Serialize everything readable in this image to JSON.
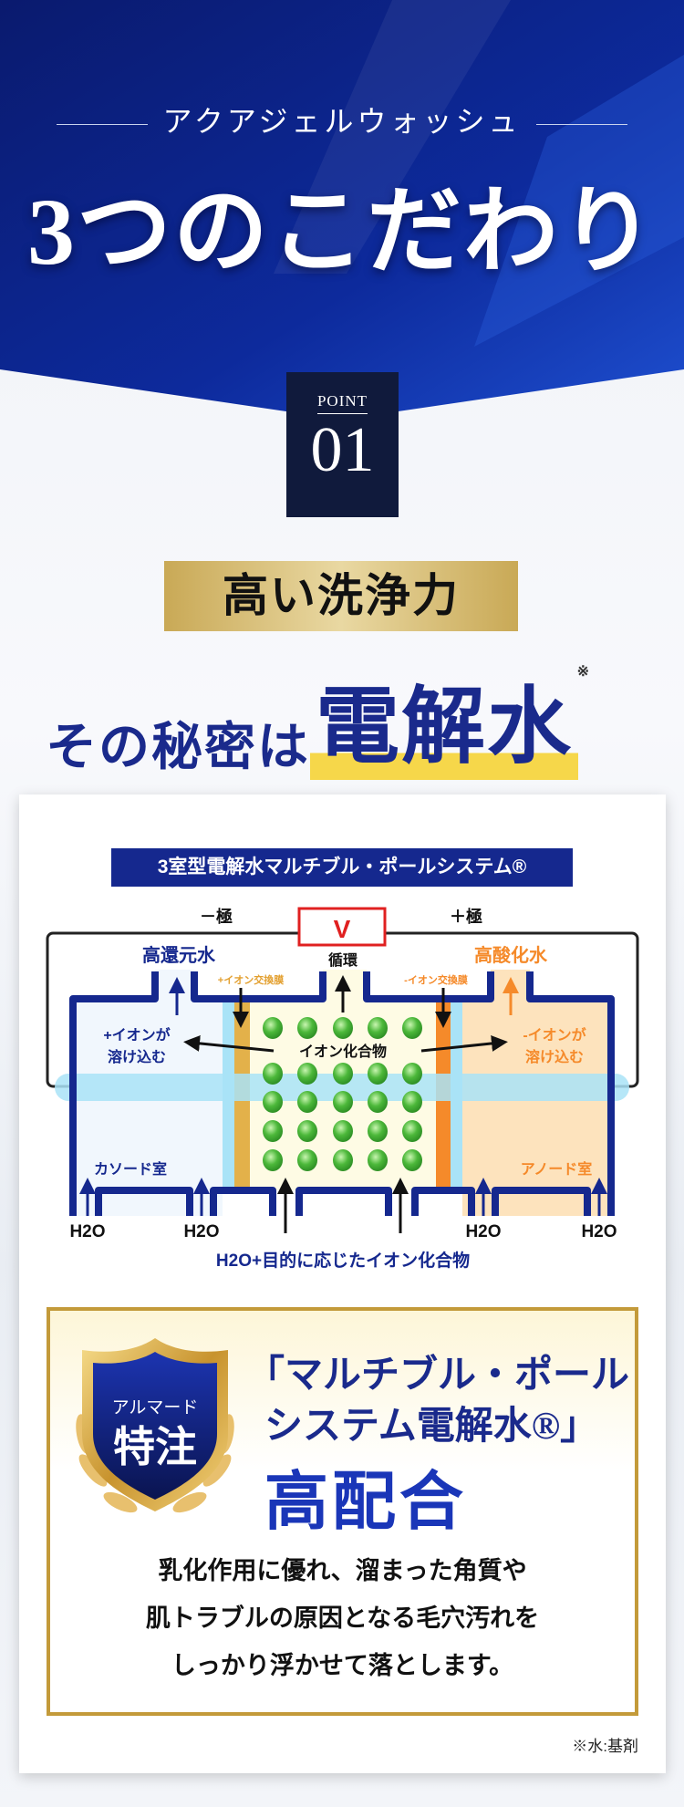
{
  "hero": {
    "subtitle": "アクアジェルウォッシュ",
    "title": "3つのこだわり"
  },
  "point": {
    "label": "POINT",
    "number": "01"
  },
  "feature": {
    "badge": "高い洗浄力",
    "lead": "その秘密は",
    "highlight": "電解水",
    "note": "※"
  },
  "diagram": {
    "title": "3室型電解水マルチブル・ポールシステム®",
    "minus_pole": "－極",
    "plus_pole": "＋極",
    "voltage": "V",
    "circulation": "循環",
    "reduced_water": "高還元水",
    "oxidized_water": "高酸化水",
    "plus_membrane": "+イオン交換膜",
    "minus_membrane": "-イオン交換膜",
    "plus_ion_1": "+イオンが",
    "plus_ion_2": "溶け込む",
    "minus_ion_1": "-イオンが",
    "minus_ion_2": "溶け込む",
    "compound": "イオン化合物",
    "cathode": "カソード室",
    "anode": "アノード室",
    "h2o": "H2O",
    "input": "H2O+目的に応じたイオン化合物",
    "colors": {
      "navy": "#15288e",
      "orange": "#f58a2a",
      "gold": "#e3b14a",
      "green": "#4cb83a"
    }
  },
  "award": {
    "badge_top": "アルマード",
    "badge_main": "特注",
    "title_line1": "「マルチブル・ポール",
    "title_line2": "システム電解水®」",
    "title_line3": "高配合",
    "body": [
      "乳化作用に優れ、溜まった角質や",
      "肌トラブルの原因となる毛穴汚れを",
      "しっかり浮かせて落とします。"
    ]
  },
  "footnote": "※水:基剤"
}
